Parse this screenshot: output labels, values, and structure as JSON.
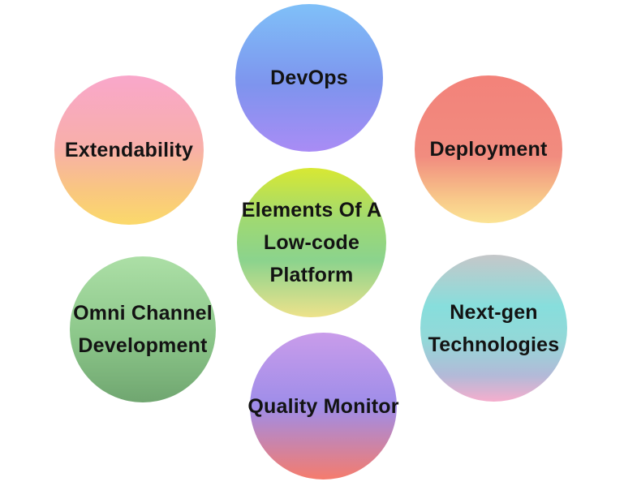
{
  "diagram": {
    "background": "#ffffff",
    "text_color": "#131313",
    "center_label": "Elements Of A Low-code Platform",
    "nodes": [
      {
        "id": "devops",
        "role": "satellite",
        "lines": [
          "DevOps"
        ],
        "gradient": [
          [
            "#7FC0F8",
            0
          ],
          [
            "#7E94EE",
            55
          ],
          [
            "#A98CF5",
            100
          ]
        ]
      },
      {
        "id": "extendability",
        "role": "satellite",
        "lines": [
          "Extendability"
        ],
        "gradient": [
          [
            "#F9A7CB",
            0
          ],
          [
            "#F8AFA9",
            48
          ],
          [
            "#F9C77F",
            78
          ],
          [
            "#FBD96B",
            100
          ]
        ]
      },
      {
        "id": "deployment",
        "role": "satellite",
        "lines": [
          "Deployment"
        ],
        "gradient": [
          [
            "#F3827A",
            0
          ],
          [
            "#F18C7F",
            55
          ],
          [
            "#F8C98A",
            84
          ],
          [
            "#FBE394",
            100
          ]
        ]
      },
      {
        "id": "elements-of-a-low-code-platform",
        "role": "center",
        "lines": [
          "Elements Of A",
          "Low-code",
          "Platform"
        ],
        "gradient": [
          [
            "#D8E833",
            0
          ],
          [
            "#9FD972",
            35
          ],
          [
            "#8BD38D",
            62
          ],
          [
            "#EDE28B",
            100
          ]
        ]
      },
      {
        "id": "omni-channel-development",
        "role": "satellite",
        "lines": [
          "Omni Channel",
          "Development"
        ],
        "gradient": [
          [
            "#ACDFA6",
            0
          ],
          [
            "#8CC78A",
            55
          ],
          [
            "#70A670",
            100
          ]
        ]
      },
      {
        "id": "next-gen-technologies",
        "role": "satellite",
        "lines": [
          "Next-gen",
          "Technologies"
        ],
        "gradient": [
          [
            "#C6C7C9",
            0
          ],
          [
            "#87DEDC",
            35
          ],
          [
            "#93D8D8",
            58
          ],
          [
            "#B2BAD8",
            82
          ],
          [
            "#F5AECD",
            100
          ]
        ]
      },
      {
        "id": "quality-monitor",
        "role": "satellite",
        "lines": [
          "Quality Monitor"
        ],
        "gradient": [
          [
            "#C99CEA",
            0
          ],
          [
            "#9E8DE9",
            50
          ],
          [
            "#F57C6D",
            100
          ]
        ]
      }
    ]
  }
}
